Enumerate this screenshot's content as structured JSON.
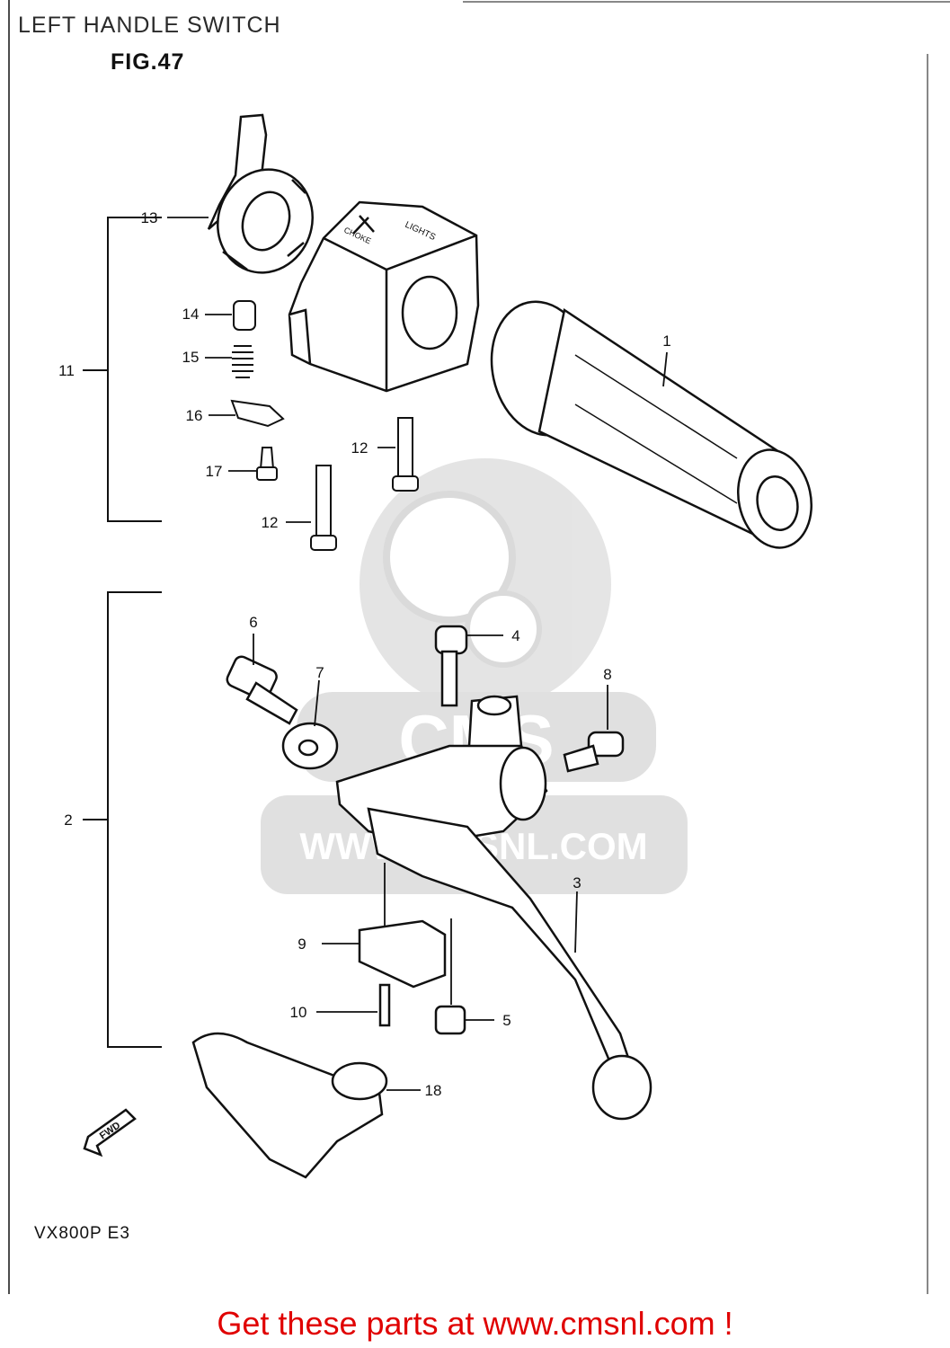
{
  "header": {
    "title": "LEFT HANDLE SWITCH",
    "figure": "FIG.47"
  },
  "model": "VX800P E3",
  "watermark": {
    "brand": "CMS",
    "url": "WWW.CMSNL.COM"
  },
  "switch_text": {
    "choke": "CHOKE",
    "lights": "LIGHTS"
  },
  "fwd_arrow": "FWD",
  "callouts": [
    "1",
    "2",
    "3",
    "4",
    "5",
    "6",
    "7",
    "8",
    "9",
    "10",
    "11",
    "12",
    "12",
    "13",
    "14",
    "15",
    "16",
    "17",
    "18"
  ],
  "footer": {
    "link_text": "Get these parts at www.cmsnl.com !"
  }
}
